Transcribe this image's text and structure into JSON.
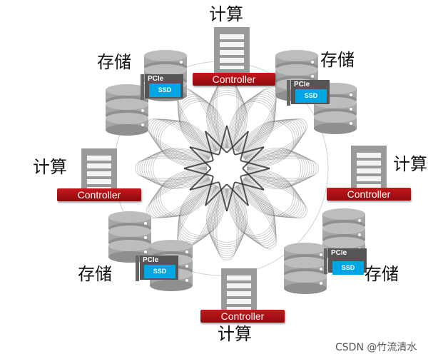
{
  "labels": {
    "compute": "计算",
    "storage": "存储",
    "controller": "Controller",
    "pcie": "PCIe",
    "ssd": "SSD"
  },
  "watermark": "CSDN @竹流清水",
  "colors": {
    "controller_bar": "#b01216",
    "ssd_card": "#00a5e3",
    "server_gray": "#9a9a9a",
    "disk_gray": "#a6a6a6"
  }
}
